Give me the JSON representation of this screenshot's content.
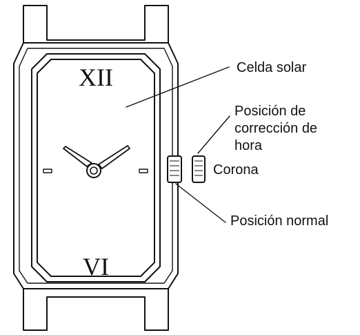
{
  "labels": {
    "solar_cell": "Celda solar",
    "time_correction_line1": "Posición de",
    "time_correction_line2": "corrección de",
    "time_correction_line3": "hora",
    "crown": "Corona",
    "normal_position": "Posición normal"
  },
  "dial": {
    "numeral_top": "XII",
    "numeral_bottom": "VI"
  }
}
